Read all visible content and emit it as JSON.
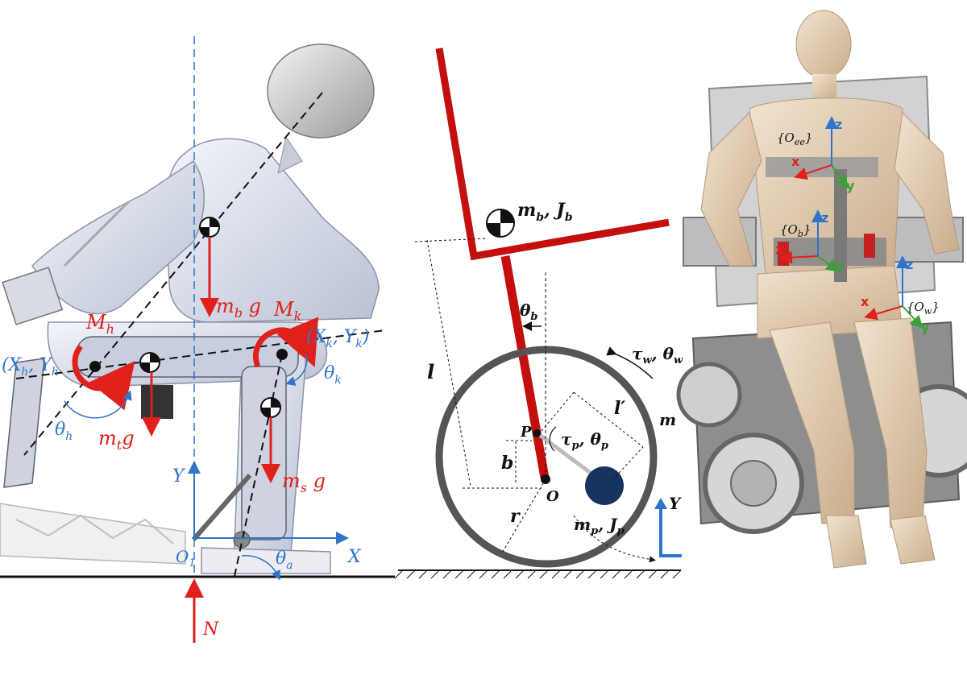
{
  "colors": {
    "force_red": "#e0201b",
    "axis_blue": "#2e75c8",
    "frame_red": "#c40f0f",
    "wheel_gray": "#555555",
    "pendulum_navy": "#17345f",
    "mannequin": "#e8d4bc",
    "exo_body": "#dfe4f0",
    "wc_green": "#3aa03a"
  },
  "panel_left": {
    "m_b_g": "m",
    "m_b_g_sub": "b",
    "m_b_g_g": " g",
    "M_h": "M",
    "M_h_sub": "h",
    "M_k": "M",
    "M_k_sub": "k",
    "Xh_Yh": "(X",
    "Xh_sub": "h",
    "Xh_mid": ", Y",
    "Yh_sub": "h",
    "Xk_Yk": "(X",
    "Xk_sub": "k",
    "Xk_mid": ", Y",
    "Yk_sub": "k",
    "Xk_close": ")",
    "theta_h": "θ",
    "theta_h_sub": "h",
    "theta_k": "θ",
    "theta_k_sub": "k",
    "theta_a": "θ",
    "theta_a_sub": "a",
    "m_t_g": "m",
    "m_t_g_sub": "t",
    "m_t_g_g": "g",
    "m_s_g": "m",
    "m_s_g_sub": "s",
    "m_s_g_g": " g",
    "axis_Y": "Y",
    "axis_X": "X",
    "origin": "O",
    "origin_sub": "1",
    "normal_force": "N"
  },
  "panel_middle": {
    "mb_Jb": "m",
    "mb_sub": "b",
    "mb_mid": ", J",
    "Jb_sub": "b",
    "theta_b": "θ",
    "theta_b_sub": "b",
    "l": "l",
    "l_prime": "l′",
    "tau_w": "τ",
    "tau_w_sub": "w",
    "tau_w_mid": ", θ",
    "theta_w_sub": "w",
    "tau_p": "τ",
    "tau_p_sub": "p",
    "tau_p_mid": ", θ",
    "theta_p_sub": "p",
    "P": "P",
    "O": "O",
    "b": "b",
    "r": "r",
    "mp_Jp": "m",
    "mp_sub": "p",
    "mp_mid": ", J",
    "Jp_sub": "p",
    "m_partial": "m",
    "Y": "Y"
  },
  "panel_right": {
    "O_ee": "{O",
    "O_ee_sub": "ee",
    "O_b": "{O",
    "O_b_sub": "b",
    "O_w": "{O",
    "O_w_sub": "w",
    "brace_close": "}",
    "z": "z",
    "x": "x",
    "y": "y"
  }
}
